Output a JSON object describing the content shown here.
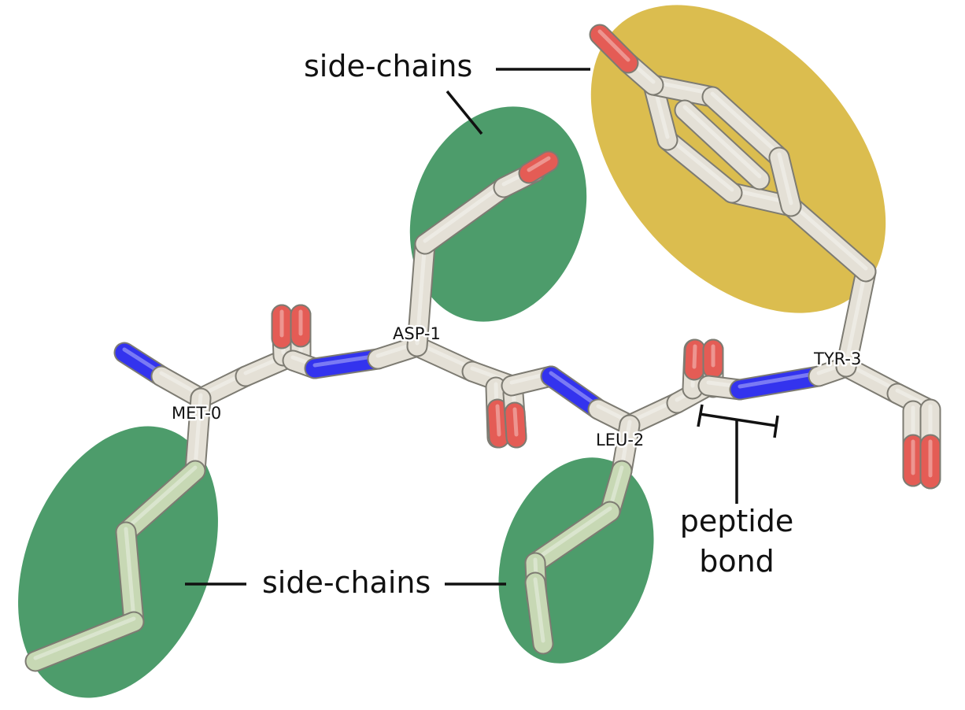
{
  "colors": {
    "carbon": "#e4e0d6",
    "carbon_tinted": "#c7d8b4",
    "nitrogen": "#3333ee",
    "oxygen": "#e45c55",
    "sidechain_highlight": "#4d9c6b",
    "aromatic_highlight": "#dbbd4f",
    "annotation_line": "#111111"
  },
  "residues": {
    "met": "MET-0",
    "asp": "ASP-1",
    "leu": "LEU-2",
    "tyr": "TYR-3"
  },
  "annotations": {
    "side_chains_top": "side-chains",
    "side_chains_bottom": "side-chains",
    "peptide_bond_line1": "peptide",
    "peptide_bond_line2": "bond"
  }
}
